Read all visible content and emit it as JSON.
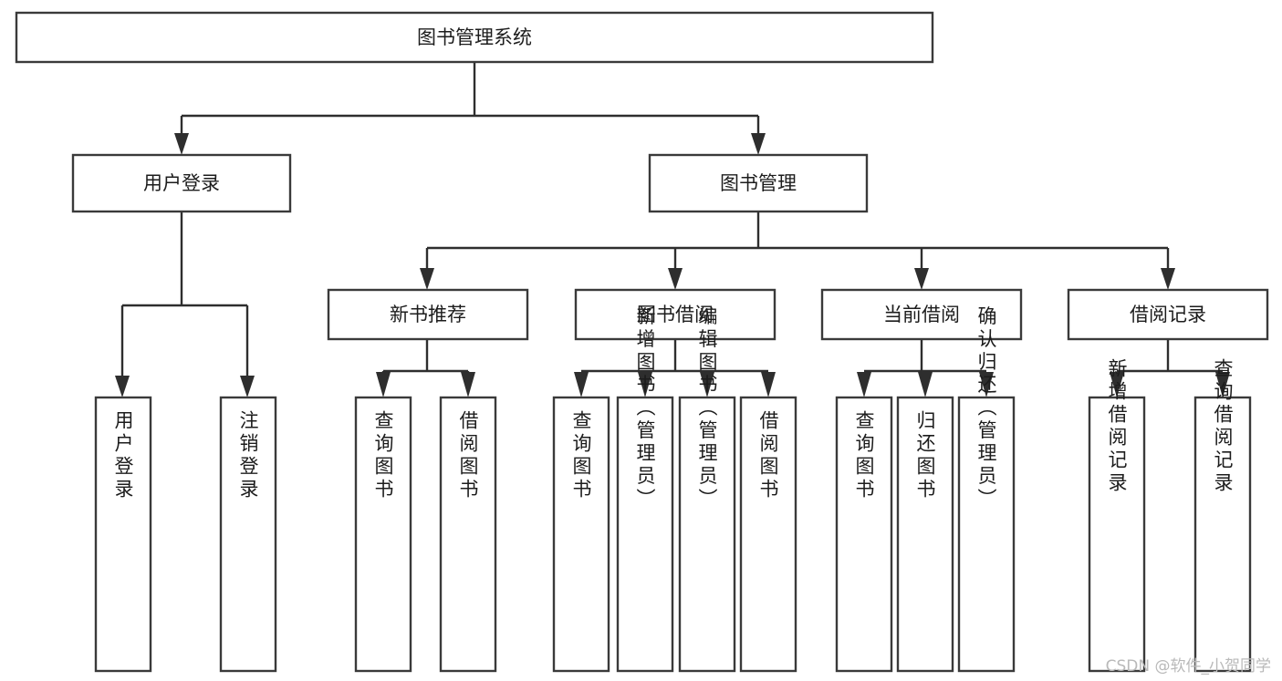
{
  "diagram": {
    "title": "图书管理系统",
    "type": "tree",
    "orientation": "top-down",
    "watermark": "CSDN @软件_小贺同学",
    "colors": {
      "background": "#ffffff",
      "box_fill": "#ffffff",
      "box_stroke": "#3a3a3a",
      "connector": "#2e2e2e",
      "text": "#1c1c1c",
      "watermark": "#b9b9b9"
    },
    "levels": {
      "root": "图书管理系统",
      "level2": [
        "用户登录",
        "图书管理"
      ],
      "level3": [
        "新书推荐",
        "图书借阅",
        "当前借阅",
        "借阅记录"
      ]
    },
    "nodes": {
      "root": {
        "id": "root",
        "label": "图书管理系统",
        "level": 1,
        "orientation": "horizontal"
      },
      "user_login": {
        "id": "user_login",
        "label": "用户登录",
        "level": 2,
        "orientation": "horizontal",
        "parent": "root"
      },
      "book_manage": {
        "id": "book_manage",
        "label": "图书管理",
        "level": 2,
        "orientation": "horizontal",
        "parent": "root"
      },
      "new_book_rec": {
        "id": "new_book_rec",
        "label": "新书推荐",
        "level": 3,
        "orientation": "horizontal",
        "parent": "book_manage"
      },
      "book_borrow": {
        "id": "book_borrow",
        "label": "图书借阅",
        "level": 3,
        "orientation": "horizontal",
        "parent": "book_manage"
      },
      "current_borrow": {
        "id": "current_borrow",
        "label": "当前借阅",
        "level": 3,
        "orientation": "horizontal",
        "parent": "book_manage"
      },
      "borrow_record": {
        "id": "borrow_record",
        "label": "借阅记录",
        "level": 3,
        "orientation": "horizontal",
        "parent": "book_manage"
      },
      "leaf_1": {
        "id": "leaf_1",
        "label": "用户登录",
        "level": 3,
        "orientation": "vertical",
        "parent": "user_login"
      },
      "leaf_2": {
        "id": "leaf_2",
        "label": "注销登录",
        "level": 3,
        "orientation": "vertical",
        "parent": "user_login"
      },
      "leaf_3": {
        "id": "leaf_3",
        "label": "查询图书",
        "level": 4,
        "orientation": "vertical",
        "parent": "new_book_rec"
      },
      "leaf_4": {
        "id": "leaf_4",
        "label": "借阅图书",
        "level": 4,
        "orientation": "vertical",
        "parent": "new_book_rec"
      },
      "leaf_5": {
        "id": "leaf_5",
        "label": "查询图书",
        "level": 4,
        "orientation": "vertical",
        "parent": "book_borrow"
      },
      "leaf_6": {
        "id": "leaf_6",
        "label": "新增图书（管理员）",
        "level": 4,
        "orientation": "vertical",
        "parent": "book_borrow"
      },
      "leaf_7": {
        "id": "leaf_7",
        "label": "编辑图书（管理员）",
        "level": 4,
        "orientation": "vertical",
        "parent": "book_borrow"
      },
      "leaf_8": {
        "id": "leaf_8",
        "label": "借阅图书",
        "level": 4,
        "orientation": "vertical",
        "parent": "book_borrow"
      },
      "leaf_9": {
        "id": "leaf_9",
        "label": "查询图书",
        "level": 4,
        "orientation": "vertical",
        "parent": "current_borrow"
      },
      "leaf_10": {
        "id": "leaf_10",
        "label": "归还图书",
        "level": 4,
        "orientation": "vertical",
        "parent": "current_borrow"
      },
      "leaf_11": {
        "id": "leaf_11",
        "label": "确认归还（管理员）",
        "level": 4,
        "orientation": "vertical",
        "parent": "current_borrow"
      },
      "leaf_12": {
        "id": "leaf_12",
        "label": "新增借阅记录",
        "level": 4,
        "orientation": "vertical",
        "parent": "borrow_record"
      },
      "leaf_13": {
        "id": "leaf_13",
        "label": "查询借阅记录",
        "level": 4,
        "orientation": "vertical",
        "parent": "borrow_record"
      }
    },
    "edges": [
      {
        "from": "root",
        "to": "user_login"
      },
      {
        "from": "root",
        "to": "book_manage"
      },
      {
        "from": "user_login",
        "to": "leaf_1"
      },
      {
        "from": "user_login",
        "to": "leaf_2"
      },
      {
        "from": "book_manage",
        "to": "new_book_rec"
      },
      {
        "from": "book_manage",
        "to": "book_borrow"
      },
      {
        "from": "book_manage",
        "to": "current_borrow"
      },
      {
        "from": "book_manage",
        "to": "borrow_record"
      },
      {
        "from": "new_book_rec",
        "to": "leaf_3"
      },
      {
        "from": "new_book_rec",
        "to": "leaf_4"
      },
      {
        "from": "book_borrow",
        "to": "leaf_5"
      },
      {
        "from": "book_borrow",
        "to": "leaf_6"
      },
      {
        "from": "book_borrow",
        "to": "leaf_7"
      },
      {
        "from": "book_borrow",
        "to": "leaf_8"
      },
      {
        "from": "current_borrow",
        "to": "leaf_9"
      },
      {
        "from": "current_borrow",
        "to": "leaf_10"
      },
      {
        "from": "current_borrow",
        "to": "leaf_11"
      },
      {
        "from": "borrow_record",
        "to": "leaf_12"
      },
      {
        "from": "borrow_record",
        "to": "leaf_13"
      }
    ]
  }
}
